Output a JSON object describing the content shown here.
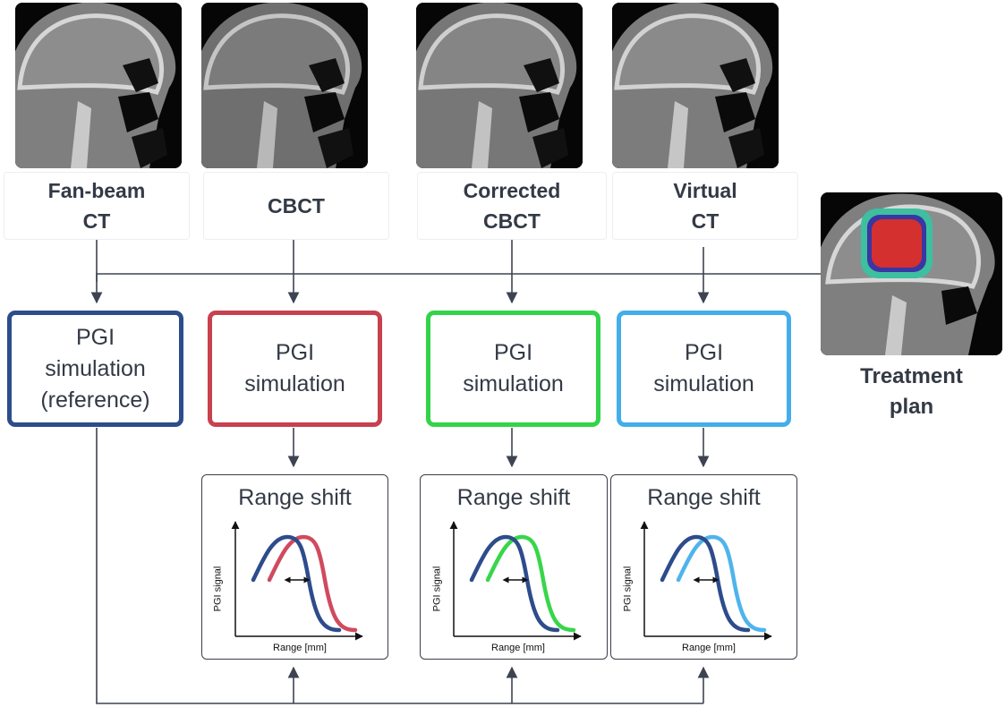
{
  "inputs": [
    {
      "label": "Fan-beam\nCT"
    },
    {
      "label": "CBCT"
    },
    {
      "label": "Corrected\nCBCT"
    },
    {
      "label": "Virtual\nCT"
    }
  ],
  "treatment_plan": {
    "label": "Treatment\nplan"
  },
  "simulations": [
    {
      "label": "PGI\nsimulation\n(reference)",
      "color": "#2d4c8c"
    },
    {
      "label": "PGI\nsimulation",
      "color": "#c8414f"
    },
    {
      "label": "PGI\nsimulation",
      "color": "#33d34a"
    },
    {
      "label": "PGI\nsimulation",
      "color": "#43aee8"
    }
  ],
  "range_shift": {
    "title": "Range shift",
    "ylabel": "PGI signal",
    "xlabel": "Range [mm]",
    "reference_color": "#2d4c8c",
    "panels": [
      {
        "title": "Range shift",
        "shifted_color": "#d04a5e"
      },
      {
        "title": "Range shift",
        "shifted_color": "#38d64a"
      },
      {
        "title": "Range shift",
        "shifted_color": "#4fb4ec"
      }
    ]
  },
  "colors": {
    "connector": "#3d4350",
    "text": "#333a45"
  }
}
